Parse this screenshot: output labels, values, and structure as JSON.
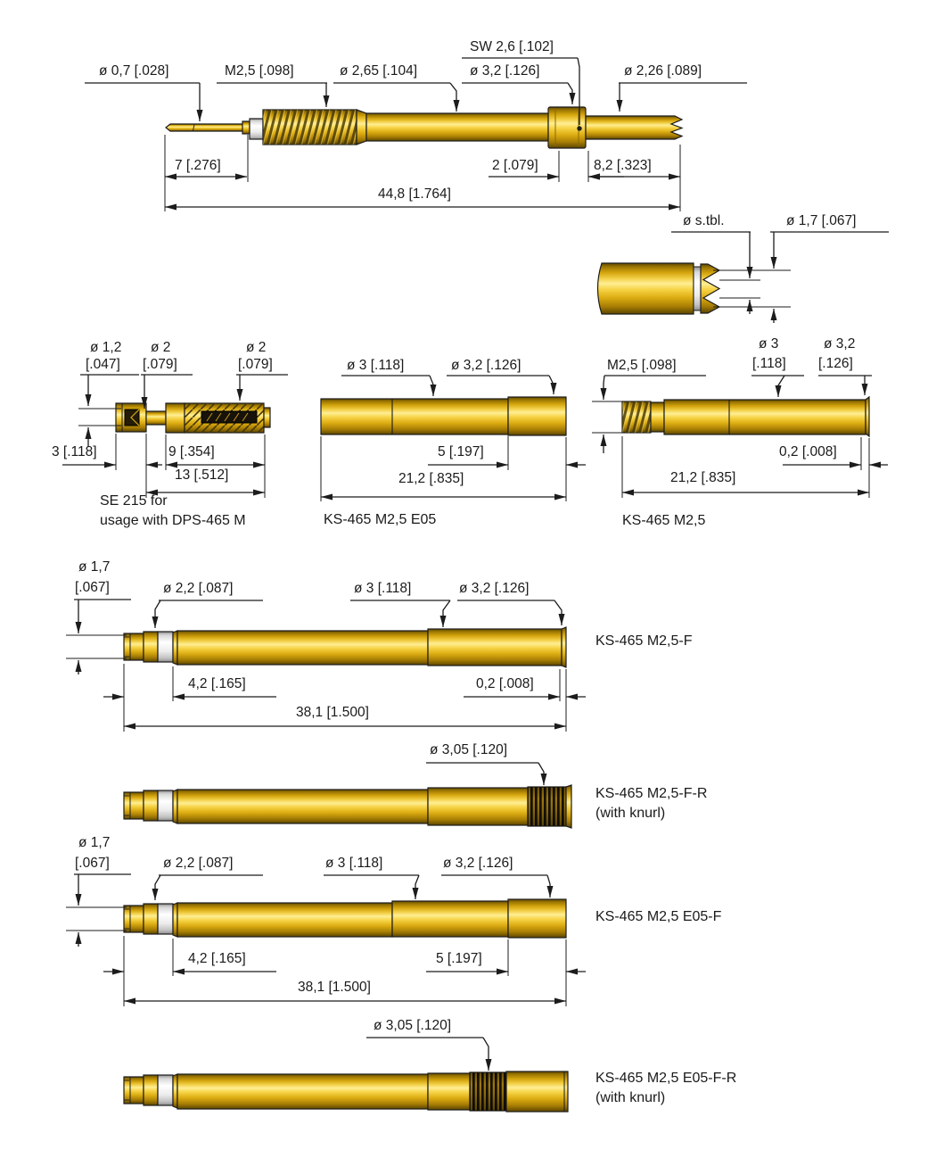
{
  "drawing": {
    "main": {
      "dia_tip": "ø 0,7 [.028]",
      "thread": "M2,5 [.098]",
      "dia_barrel": "ø 2,65 [.104]",
      "hex": "SW 2,6 [.102]",
      "dia_flange": "ø 3,2 [.126]",
      "dia_term": "ø 2,26 [.089]",
      "len_tip": "7 [.276]",
      "len_flange": "2 [.079]",
      "len_term": "8,2 [.323]",
      "len_total": "44,8 [1.764]"
    },
    "crown": {
      "dia_table": "ø s.tbl.",
      "dia_plunger": "ø 1,7 [.067]"
    },
    "se215": {
      "dia_bore": "ø 1,2",
      "dia_bore_in": "[.047]",
      "dia_neck": "ø 2",
      "dia_neck_in": "[.079]",
      "dia_body": "ø 2",
      "dia_body_in": "[.079]",
      "len_front": "3 [.118]",
      "len_body": "9 [.354]",
      "len_total": "13 [.512]",
      "caption1": "SE 215 for",
      "caption2": "usage with DPS-465 M"
    },
    "e05": {
      "dia3": "ø 3 [.118]",
      "dia32": "ø 3,2 [.126]",
      "len5": "5 [.197]",
      "len_total": "21,2 [.835]",
      "caption": "KS-465 M2,5 E05"
    },
    "m25": {
      "thread": "M2,5 [.098]",
      "dia3a": "ø 3",
      "dia3b": "[.118]",
      "dia32a": "ø 3,2",
      "dia32b": "[.126]",
      "len02": "0,2 [.008]",
      "len_total": "21,2 [.835]",
      "caption": "KS-465 M2,5"
    },
    "f": {
      "dia17a": "ø 1,7",
      "dia17b": "[.067]",
      "dia22": "ø 2,2 [.087]",
      "dia3": "ø 3 [.118]",
      "dia32": "ø 3,2 [.126]",
      "len42": "4,2 [.165]",
      "len02": "0,2 [.008]",
      "len_total": "38,1 [1.500]",
      "caption": "KS-465 M2,5-F"
    },
    "fr": {
      "dia305": "ø 3,05 [.120]",
      "caption": "KS-465 M2,5-F-R",
      "caption2": "(with knurl)"
    },
    "e05f": {
      "dia17a": "ø 1,7",
      "dia17b": "[.067]",
      "dia22": "ø 2,2 [.087]",
      "dia3": "ø 3 [.118]",
      "dia32": "ø 3,2 [.126]",
      "len42": "4,2 [.165]",
      "len5": "5 [.197]",
      "len_total": "38,1 [1.500]",
      "caption": "KS-465 M2,5 E05-F"
    },
    "e05fr": {
      "dia305": "ø 3,05 [.120]",
      "caption": "KS-465 M2,5 E05-F-R",
      "caption2": "(with knurl)"
    }
  },
  "colors": {
    "gold": "#e8b315",
    "gold_light": "#ffee93",
    "gold_dark": "#5e4700",
    "line": "#1c1c1c",
    "collar": "#f2f2f2"
  }
}
